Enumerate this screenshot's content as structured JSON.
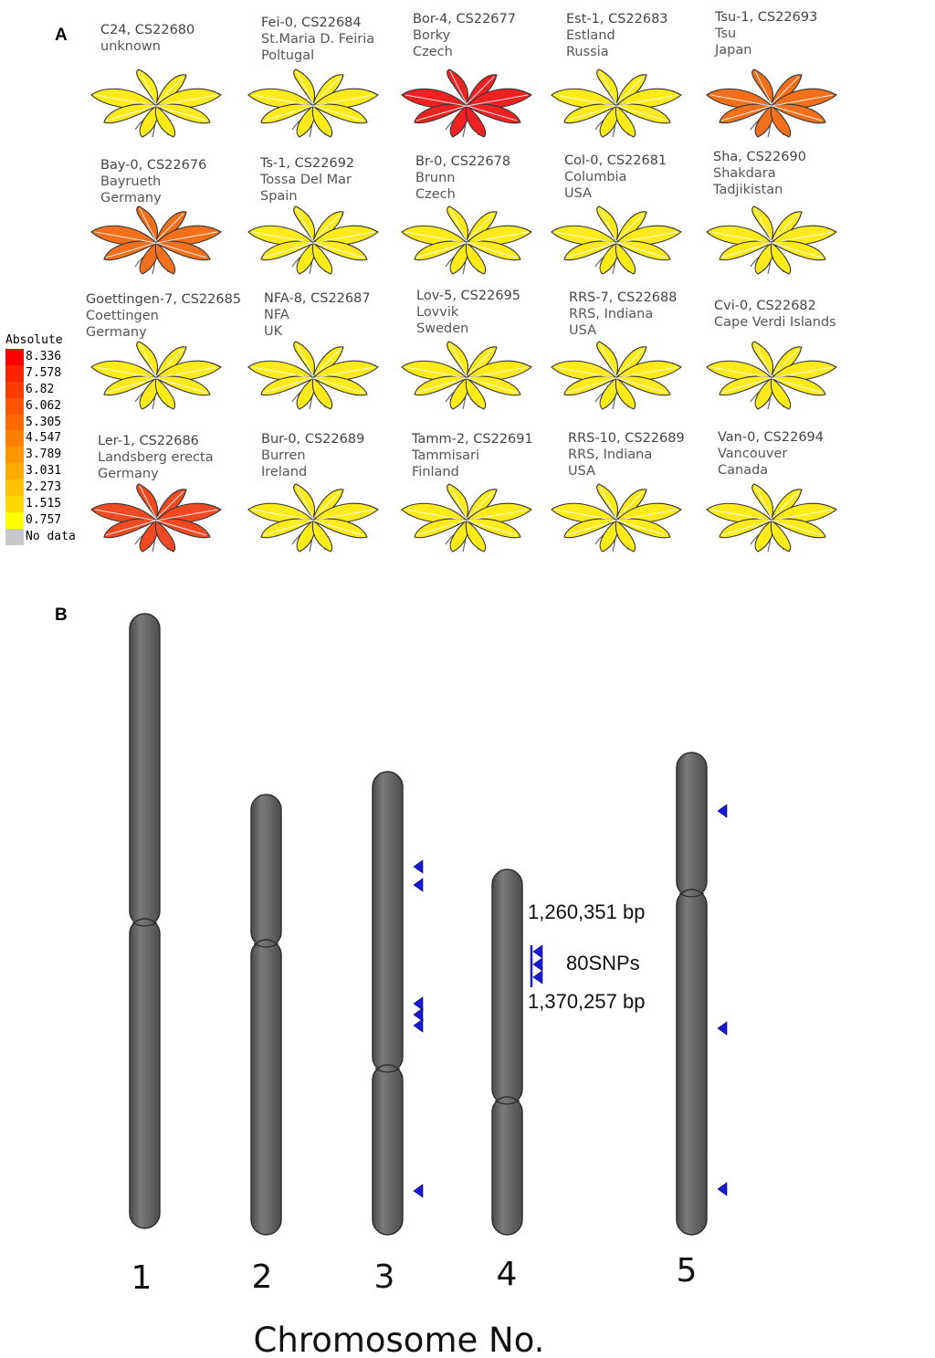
{
  "panel_labels": {
    "a": "A",
    "b": "B"
  },
  "legend": {
    "title": "Absolute",
    "entries": [
      {
        "label": "8.336",
        "color": "#ff0000"
      },
      {
        "label": "7.578",
        "color": "#ff2400"
      },
      {
        "label": "6.82",
        "color": "#ff3c00"
      },
      {
        "label": "6.062",
        "color": "#ff5400"
      },
      {
        "label": "5.305",
        "color": "#ff6a00"
      },
      {
        "label": "4.547",
        "color": "#ff8000"
      },
      {
        "label": "3.789",
        "color": "#ff9600"
      },
      {
        "label": "3.031",
        "color": "#ffac00"
      },
      {
        "label": "2.273",
        "color": "#ffc200"
      },
      {
        "label": "1.515",
        "color": "#ffd800"
      },
      {
        "label": "0.757",
        "color": "#ffff00"
      },
      {
        "label": "No data",
        "color": "#c8c8c8"
      }
    ]
  },
  "accessions": [
    {
      "name": "C24, CS22680",
      "place": "unknown",
      "country": "",
      "level": 1.0
    },
    {
      "name": "Fei-0, CS22684",
      "place": "St.Maria D. Feiria",
      "country": "Poltugal",
      "level": 1.0
    },
    {
      "name": "Bor-4, CS22677",
      "place": "Borky",
      "country": "Czech",
      "level": 8.3
    },
    {
      "name": "Est-1, CS22683",
      "place": "Estland",
      "country": "Russia",
      "level": 1.0
    },
    {
      "name": "Tsu-1, CS22693",
      "place": "Tsu",
      "country": "Japan",
      "level": 5.3
    },
    {
      "name": "Bay-0, CS22676",
      "place": "Bayrueth",
      "country": "Germany",
      "level": 5.3
    },
    {
      "name": "Ts-1, CS22692",
      "place": "Tossa Del Mar",
      "country": "Spain",
      "level": 1.0
    },
    {
      "name": "Br-0, CS22678",
      "place": "Brunn",
      "country": "Czech",
      "level": 1.0
    },
    {
      "name": "Col-0, CS22681",
      "place": "Columbia",
      "country": "USA",
      "level": 1.0
    },
    {
      "name": "Sha, CS22690",
      "place": "Shakdara",
      "country": "Tadjikistan",
      "level": 1.0
    },
    {
      "name": "Goettingen-7, CS22685",
      "place": "Coettingen",
      "country": "Germany",
      "level": 1.0
    },
    {
      "name": "NFA-8, CS22687",
      "place": "NFA",
      "country": "UK",
      "level": 1.0
    },
    {
      "name": "Lov-5, CS22695",
      "place": "Lovvik",
      "country": "Sweden",
      "level": 1.0
    },
    {
      "name": "RRS-7, CS22688",
      "place": "RRS, Indiana",
      "country": "USA",
      "level": 1.0
    },
    {
      "name": "Cvi-0, CS22682",
      "place": "Cape Verdi Islands",
      "country": "",
      "level": 1.0
    },
    {
      "name": "Ler-1, CS22686",
      "place": "Landsberg erecta",
      "country": "Germany",
      "level": 6.8
    },
    {
      "name": "Bur-0, CS22689",
      "place": "Burren",
      "country": "Ireland",
      "level": 1.0
    },
    {
      "name": "Tamm-2, CS22691",
      "place": "Tammisari",
      "country": "Finland",
      "level": 1.0
    },
    {
      "name": "RRS-10, CS22689",
      "place": "RRS, Indiana",
      "country": "USA",
      "level": 1.0
    },
    {
      "name": "Van-0, CS22694",
      "place": "Vancouver",
      "country": "Canada",
      "level": 1.0
    }
  ],
  "colors": {
    "yellow": "#ffeb1a",
    "orange": "#f2701c",
    "red": "#ee2222",
    "chromosome": "#6a6a6a",
    "chromosome_edge": "#2a2a2a",
    "marker": "#1a1ad6"
  },
  "chromosomes": [
    {
      "number": "1",
      "markers": []
    },
    {
      "number": "2",
      "markers": []
    },
    {
      "number": "3",
      "markers": [
        {
          "count": 2
        },
        {
          "count": 3
        },
        {
          "count": 1
        }
      ]
    },
    {
      "number": "4",
      "markers": [
        {
          "count": 3
        }
      ]
    },
    {
      "number": "5",
      "markers": [
        {
          "count": 1
        },
        {
          "count": 1
        },
        {
          "count": 1
        }
      ]
    }
  ],
  "chr4_annotation": {
    "start": "1,260,351  bp",
    "snps": "80SNPs",
    "end": "1,370,257  bp"
  },
  "axis_label": "Chromosome No."
}
